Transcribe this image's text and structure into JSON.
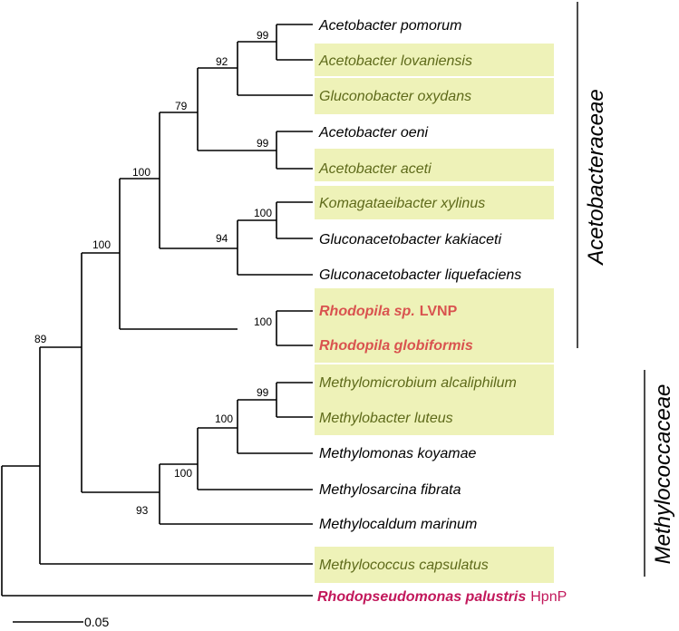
{
  "taxa": {
    "acetobacter_pomorum": "Acetobacter pomorum",
    "acetobacter_lovaniensis": "Acetobacter lovaniensis",
    "gluconobacter_oxydans": "Gluconobacter oxydans",
    "acetobacter_oeni": "Acetobacter oeni",
    "acetobacter_aceti": "Acetobacter aceti",
    "komagataeibacter_xylinus": "Komagataeibacter xylinus",
    "gluconacetobacter_kakiaceti": "Gluconacetobacter kakiaceti",
    "gluconacetobacter_liquefaciens": "Gluconacetobacter liquefaciens",
    "rhodopila_sp": "Rhodopila sp.",
    "rhodopila_sp_suffix": "LVNP",
    "rhodopila_globiformis": "Rhodopila globiformis",
    "methylomicrobium_alcaliphilum": "Methylomicrobium alcaliphilum",
    "methylobacter_luteus": "Methylobacter luteus",
    "methylomonas_koyamae": "Methylomonas koyamae",
    "methylosarcina_fibrata": "Methylosarcina fibrata",
    "methylocaldum_marinum": "Methylocaldum marinum",
    "methylococcus_capsulatus": "Methylococcus capsulatus",
    "rhodopseudomonas_palustris": "Rhodopseudomonas palustris",
    "rhodopseudomonas_palustris_suffix": "HpnP"
  },
  "bootstrap": {
    "n99a": "99",
    "n92": "92",
    "n79": "79",
    "n99b": "99",
    "n100a": "100",
    "n94": "94",
    "n100b": "100",
    "n100c": "100",
    "n100d": "100",
    "n89": "89",
    "n99c": "99",
    "n100e": "100",
    "n100f": "100",
    "n93": "93"
  },
  "groups": {
    "acetobacteraceae": "Acetobacteraceae",
    "methylococcaceae": "Methylococcaceae"
  },
  "scale": {
    "label": "0.05"
  },
  "colors": {
    "highlight": "#eef2b8",
    "olive_text": "#5e6a1a",
    "red_text": "#d9534f",
    "magenta_text": "#c2185b"
  }
}
